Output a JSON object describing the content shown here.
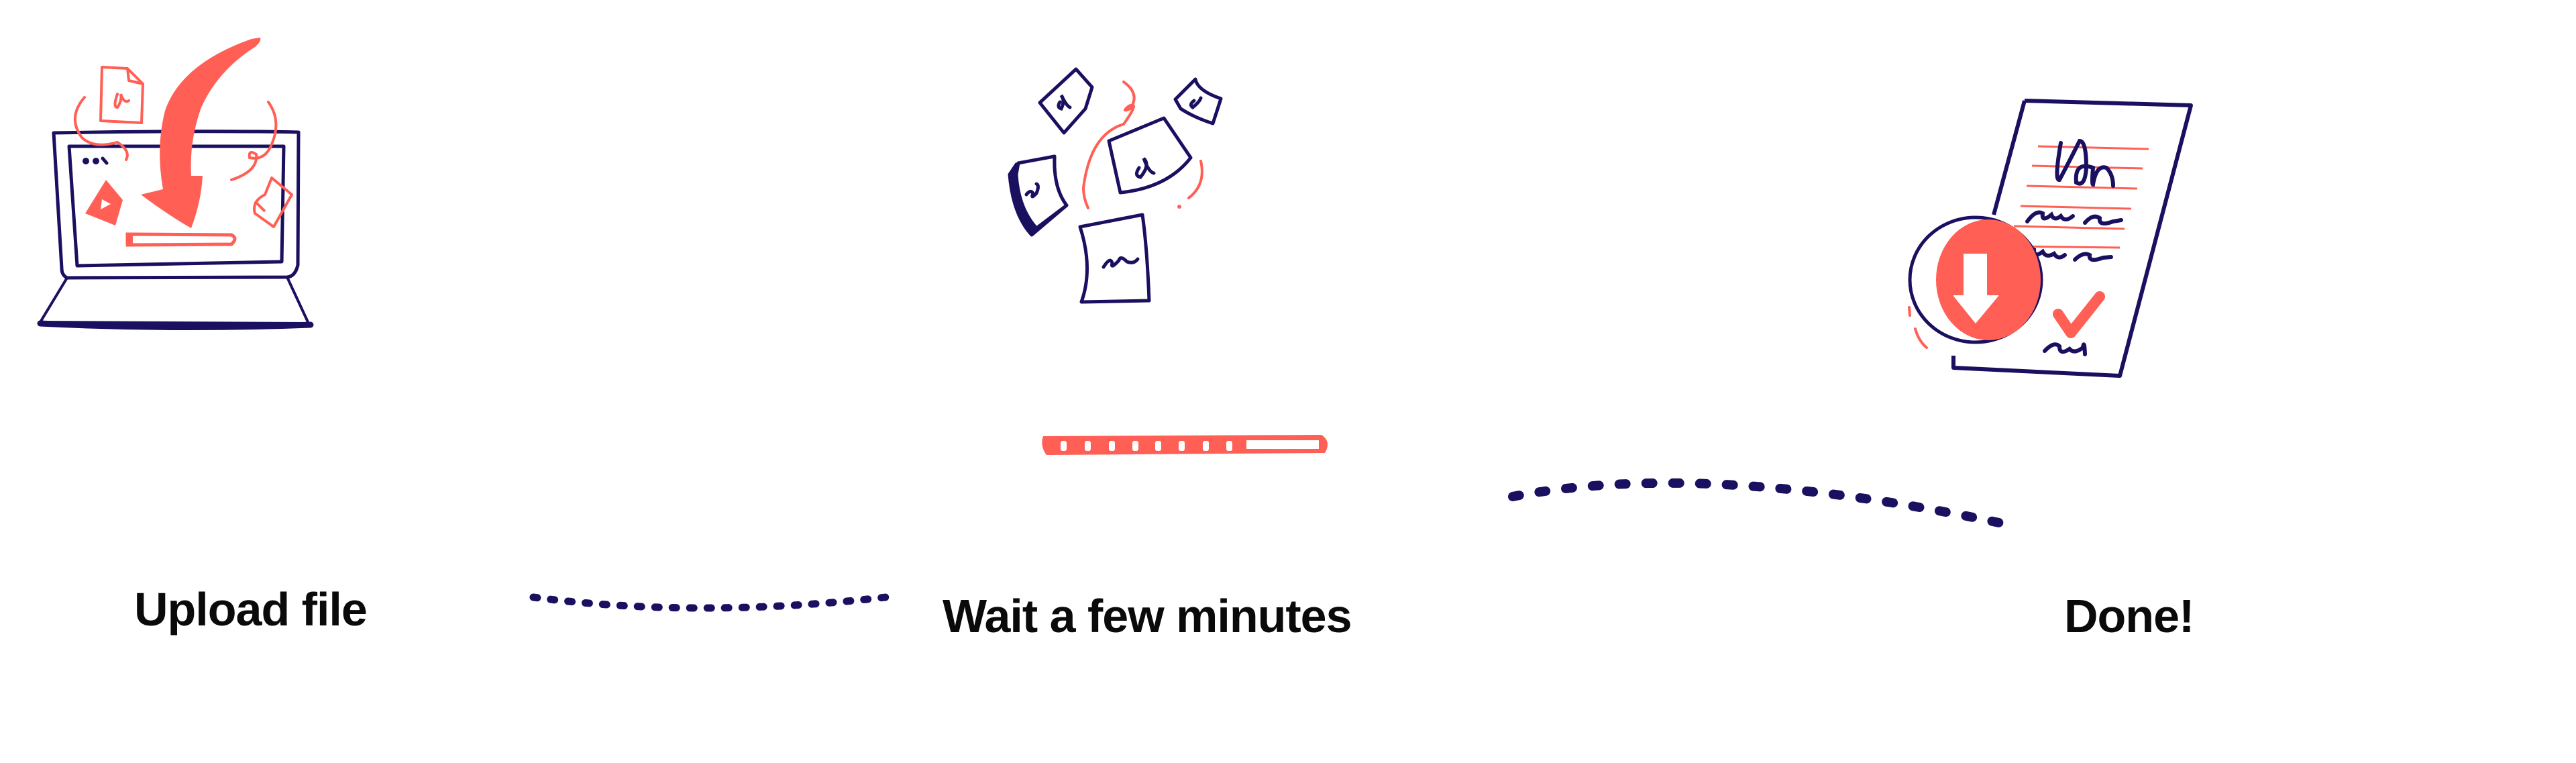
{
  "colors": {
    "accent": "#FF5F55",
    "navy": "#1A1060",
    "text": "#0A0A0A",
    "background": "#FFFFFF"
  },
  "steps": [
    {
      "label": "Upload file",
      "illustration": "laptop-upload-icon"
    },
    {
      "label": "Wait a few minutes",
      "illustration": "floating-documents-progress-icon"
    },
    {
      "label": "Done!",
      "illustration": "signed-document-download-icon"
    }
  ],
  "connectors": [
    {
      "name": "dashed-connector-1-2",
      "style": "dashed"
    },
    {
      "name": "dashed-connector-2-3",
      "style": "dashed"
    }
  ]
}
